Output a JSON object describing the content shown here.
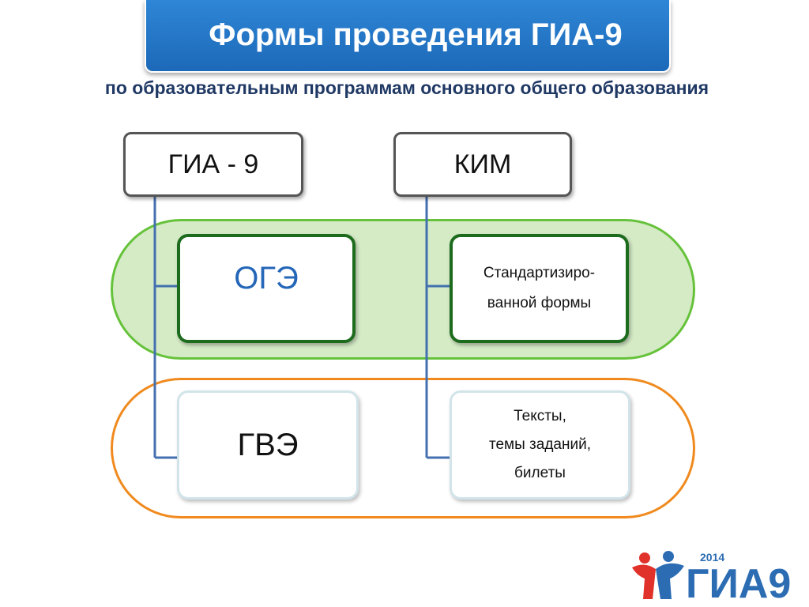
{
  "title": "Формы проведения ГИА-9",
  "subtitle": "по образовательным программам основного общего образования",
  "headers": {
    "left": "ГИА - 9",
    "right": "КИМ"
  },
  "rows": {
    "green": {
      "left": "ОГЭ",
      "right": "Стандартизиро-\nванной формы"
    },
    "orange": {
      "left": "ГВЭ",
      "right": "Тексты,\nтемы заданий,\nбилеты"
    }
  },
  "logo": {
    "year": "2014",
    "text": "ГИА9"
  },
  "colors": {
    "title_bg": "#1f6fc1",
    "subtitle": "#1f3864",
    "green_band": "#d4ebc6",
    "green_border": "#66c23a",
    "orange_border": "#f08a1e",
    "oge_text": "#2466b8",
    "connector": "#4470b0",
    "logo_red": "#e0312a",
    "logo_blue": "#2b6cb3"
  }
}
